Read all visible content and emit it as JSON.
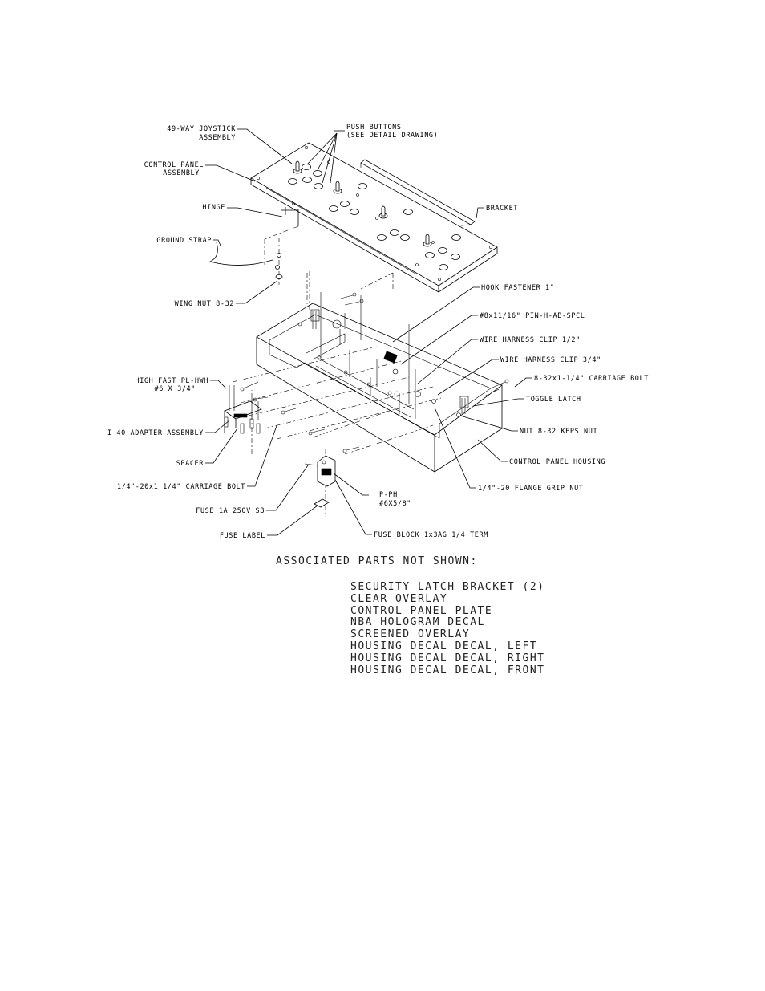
{
  "callouts": {
    "joystick": [
      "49-WAY JOYSTICK",
      "ASSEMBLY"
    ],
    "push_buttons": [
      "PUSH BUTTONS",
      "(SEE DETAIL DRAWING)"
    ],
    "control_panel": [
      "CONTROL PANEL",
      "ASSEMBLY"
    ],
    "hinge": "HINGE",
    "ground_strap": "GROUND STRAP",
    "wing_nut": "WING NUT 8-32",
    "bracket": "BRACKET",
    "hook_fastener": "HOOK FASTENER 1\"",
    "pin_screw": "#8x11/16\" PIN-H-AB-SPCL",
    "clip_half": "WIRE HARNESS CLIP 1/2\"",
    "clip_three_quarter": "WIRE HARNESS CLIP 3/4\"",
    "carriage_8_32": "8-32x1-1/4\" CARRIAGE BOLT",
    "toggle_latch": "TOGGLE LATCH",
    "nut_keps": "NUT 8-32 KEPS NUT",
    "housing": "CONTROL PANEL HOUSING",
    "flange_nut": "1/4\"-20 FLANGE GRIP NUT",
    "high_fast": [
      "HIGH FAST PL-HWH",
      "#6 X 3/4\""
    ],
    "adapter": "I 40 ADAPTER ASSEMBLY",
    "spacer": "SPACER",
    "carriage_quarter": "1/4\"-20x1 1/4\" CARRIAGE BOLT",
    "fuse": "FUSE 1A 250V SB",
    "fuse_label": "FUSE LABEL",
    "fuse_screw": [
      "P-PH",
      "#6X5/8\""
    ],
    "fuse_block": "FUSE BLOCK 1x3AG 1/4 TERM"
  },
  "notes": {
    "title": "ASSOCIATED PARTS NOT SHOWN:",
    "items": [
      "SECURITY LATCH BRACKET (2)",
      "CLEAR OVERLAY",
      "CONTROL PANEL PLATE",
      "NBA HOLOGRAM DECAL",
      "SCREENED OVERLAY",
      "HOUSING DECAL DECAL, LEFT",
      "HOUSING DECAL DECAL, RIGHT",
      "HOUSING DECAL DECAL, FRONT"
    ]
  }
}
